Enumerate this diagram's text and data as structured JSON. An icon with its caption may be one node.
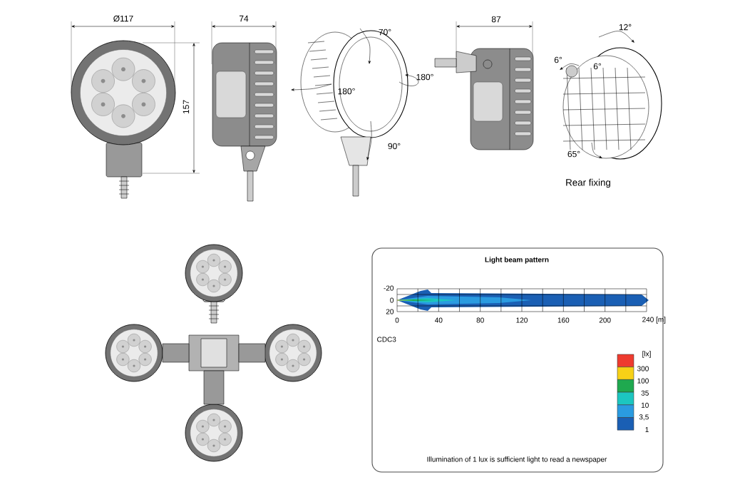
{
  "diagram": {
    "nodes": [
      {
        "text": [
          "Light beam pattern",
          "Illumination of 1 lux is sufficient light to read a newspaper"
        ]
      }
    ],
    "labels": [
      "Ø117",
      "74",
      "70°",
      "87",
      "12°",
      "157",
      "6°",
      "6°",
      "180°",
      "180°",
      "90°",
      "65°",
      "Rear fixing",
      "-20",
      "0",
      "20",
      "0",
      "40",
      "80",
      "120",
      "160",
      "200",
      "240 [m]",
      "CDC3",
      "[lx]"
    ],
    "legend": [
      {
        "text": "300",
        "color": "#ee3b2f"
      },
      {
        "text": "100",
        "color": "#f7d117"
      },
      {
        "text": "35",
        "color": "#1fa94f"
      },
      {
        "text": "10",
        "color": "#1cc6c0"
      },
      {
        "text": "3,5",
        "color": "#2a9be0"
      },
      {
        "text": "1",
        "color": "#1a5fb4"
      }
    ]
  }
}
